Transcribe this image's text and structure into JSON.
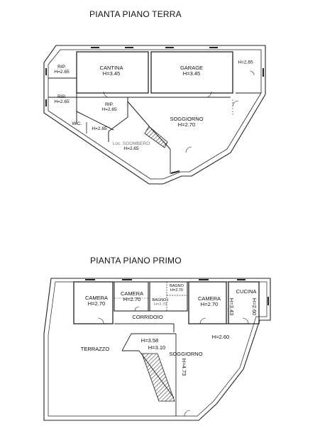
{
  "ground_floor": {
    "title": "PIANTA PIANO TERRA",
    "rooms": [
      {
        "id": "rip1",
        "name": "RIP.",
        "height": "H=2.65"
      },
      {
        "id": "cantina",
        "name": "CANTINA",
        "height": "H=3.45"
      },
      {
        "id": "garage",
        "name": "GARAGE",
        "height": "H=3.45"
      },
      {
        "id": "east",
        "name": "",
        "height": "H=2.65"
      },
      {
        "id": "rip2",
        "name": "RIP.",
        "height": "H=2.65"
      },
      {
        "id": "rip3",
        "name": "RIP.",
        "height": "H=2.65"
      },
      {
        "id": "wc",
        "name": "W.C.",
        "height": "H=2.65"
      },
      {
        "id": "sgombero",
        "name": "Loc. SGOMBERO",
        "height": "H=2.65"
      },
      {
        "id": "soggiorno",
        "name": "SOGGIORNO",
        "height": "H=2.70"
      }
    ]
  },
  "first_floor": {
    "title": "PIANTA PIANO PRIMO",
    "rooms": [
      {
        "id": "camera1",
        "name": "CAMERA",
        "height": "H=2.70"
      },
      {
        "id": "camera2",
        "name": "CAMERA",
        "height": "H=2.70"
      },
      {
        "id": "bagno1",
        "name": "BAGNO",
        "height": "H=2.70"
      },
      {
        "id": "bagno2",
        "name": "BAGNO I",
        "height": "H=2.70"
      },
      {
        "id": "camera3",
        "name": "CAMERA",
        "height": "H=2.70"
      },
      {
        "id": "cucina",
        "name": "CUCINA",
        "height": "H=2.60"
      },
      {
        "id": "corridoio",
        "name": "CORRIDOIO",
        "height": ""
      },
      {
        "id": "terrazzo",
        "name": "TERRAZZO",
        "height": ""
      },
      {
        "id": "soggiorno",
        "name": "SOGGIORNO",
        "height": ""
      }
    ],
    "heights": {
      "cucina_side": "H=3.43",
      "soggiorno_a": "H=2.60",
      "soggiorno_b": "H=3.58",
      "soggiorno_c": "H=3.10",
      "soggiorno_d": "H=4.73"
    }
  }
}
